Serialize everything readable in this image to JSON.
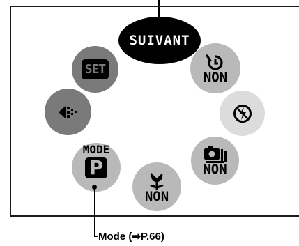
{
  "diagram": {
    "center_button": {
      "label": "SUIVANT"
    },
    "set_button": {
      "label": "SET"
    },
    "self_timer_button": {
      "icon": "self-timer-icon",
      "state": "NON"
    },
    "flash_button": {
      "icon": "flash-off-icon"
    },
    "image_quality_button": {
      "icon": "image-quality-icon"
    },
    "continuous_button": {
      "icon": "continuous-shooting-icon",
      "state": "NON"
    },
    "macro_button": {
      "icon": "macro-icon",
      "state": "NON"
    },
    "mode_button": {
      "heading": "MODE",
      "value": "P"
    },
    "callout": {
      "text": "Mode (➡P.66)"
    },
    "colors": {
      "dark_grey": "#7a7a7a",
      "mid_grey": "#b9b9b9",
      "light_grey": "#dcdcdc",
      "black": "#000000"
    }
  }
}
